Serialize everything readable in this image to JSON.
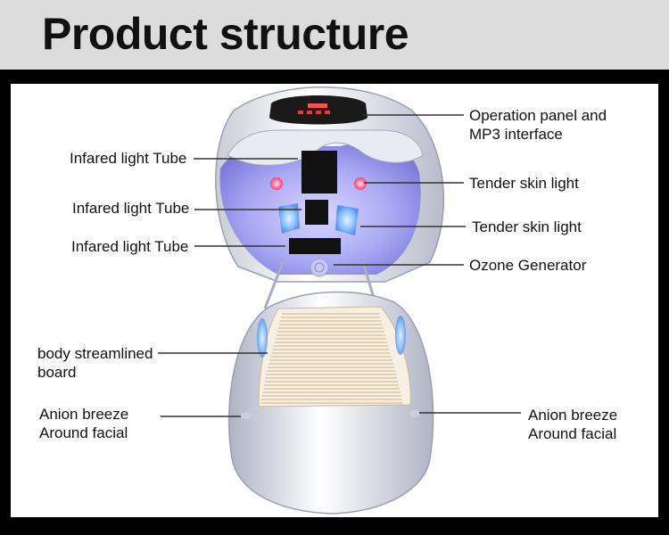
{
  "header": {
    "title": "Product structure"
  },
  "labels": {
    "operation_panel": "Operation panel and\nMP3 interface",
    "infrared_tube_top": "Infared light Tube",
    "tender_skin_light_1": "Tender skin light",
    "infrared_tube_middle": "Infared light Tube",
    "tender_skin_light_2": "Tender skin light",
    "infrared_tube_bottom": "Infared light Tube",
    "ozone_generator": "Ozone Generator",
    "body_board": "body streamlined\nboard",
    "anion_left": "Anion breeze\nAround facial",
    "anion_right": "Anion breeze\nAround facial"
  },
  "colors": {
    "header_bg": "#dcdcdc",
    "frame": "#000000",
    "panel": "#ffffff",
    "shell": "#eef0f4",
    "interior_glow": "#a9a8f4",
    "blue_light": "#7fb9ff",
    "tube_dark": "#111111",
    "pink_light": "#ff5a8a",
    "slat": "#f1e6d2"
  }
}
